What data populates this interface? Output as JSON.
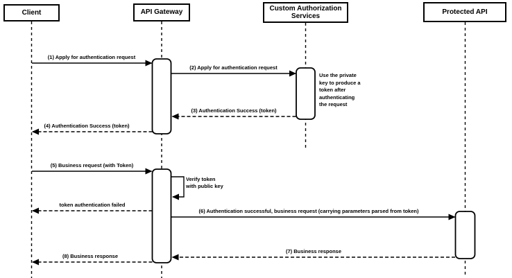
{
  "actors": [
    {
      "name": "Client"
    },
    {
      "name": "API Gateway"
    },
    {
      "name": "Custom Authorization Services"
    },
    {
      "name": "Protected API"
    }
  ],
  "messages": [
    {
      "label": "(1) Apply for authentication request",
      "type": "solid",
      "from": "Client",
      "to": "API Gateway"
    },
    {
      "label": "(2) Apply for authentication request",
      "type": "solid",
      "from": "API Gateway",
      "to": "Custom Authorization Services"
    },
    {
      "label": "(3) Authentication Success (token)",
      "type": "dashed",
      "from": "Custom Authorization Services",
      "to": "API Gateway"
    },
    {
      "label": "(4) Authentication Success (token)",
      "type": "dashed",
      "from": "API Gateway",
      "to": "Client"
    },
    {
      "label": "(5) Business request (with Token)",
      "type": "solid",
      "from": "Client",
      "to": "API Gateway"
    },
    {
      "label": "Verify token\nwith public key",
      "type": "self",
      "from": "API Gateway",
      "to": "API Gateway"
    },
    {
      "label": "token authentication failed",
      "type": "dashed",
      "from": "API Gateway",
      "to": "Client"
    },
    {
      "label": "(6) Authentication successful, business request (carrying parameters parsed from token)",
      "type": "solid",
      "from": "API Gateway",
      "to": "Protected API"
    },
    {
      "label": "(7) Business response",
      "type": "dashed",
      "from": "Protected API",
      "to": "API Gateway"
    },
    {
      "label": "(8) Business response",
      "type": "dashed",
      "from": "API Gateway",
      "to": "Client"
    }
  ],
  "notes": [
    {
      "text": "Use the private\nkey to produce a\ntoken after\nauthenticating\nthe request"
    }
  ],
  "colors": {
    "line": "#000000",
    "fill": "#ffffff",
    "text": "#000000"
  }
}
